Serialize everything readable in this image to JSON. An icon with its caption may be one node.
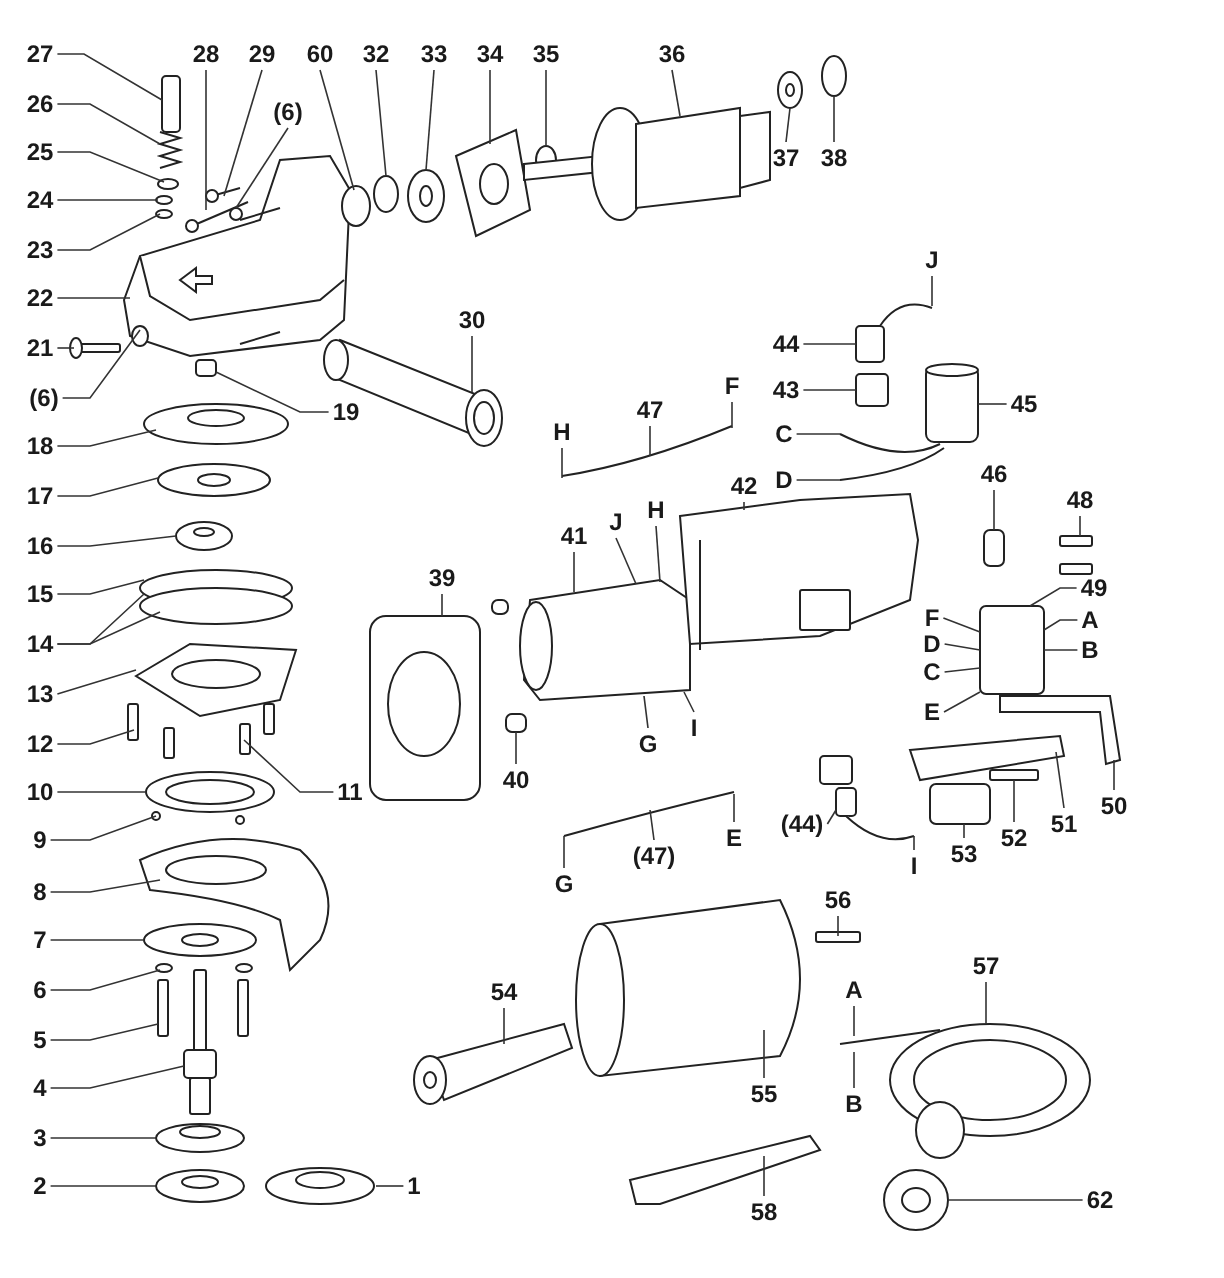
{
  "diagram": {
    "nodes": [
      {
        "text": [
          "27"
        ]
      },
      {
        "text": [
          "28"
        ]
      },
      {
        "text": [
          "29"
        ]
      },
      {
        "text": [
          "60"
        ]
      },
      {
        "text": [
          "32"
        ]
      },
      {
        "text": [
          "33"
        ]
      },
      {
        "text": [
          "34"
        ]
      },
      {
        "text": [
          "35"
        ]
      },
      {
        "text": [
          "36"
        ]
      },
      {
        "text": [
          "37"
        ]
      },
      {
        "text": [
          "38"
        ]
      },
      {
        "text": [
          "26"
        ]
      },
      {
        "text": [
          "25"
        ]
      },
      {
        "text": [
          "(6)"
        ]
      },
      {
        "text": [
          "24"
        ]
      },
      {
        "text": [
          "23"
        ]
      },
      {
        "text": [
          "J"
        ]
      },
      {
        "text": [
          "22"
        ]
      },
      {
        "text": [
          "30"
        ]
      },
      {
        "text": [
          "44"
        ]
      },
      {
        "text": [
          "21"
        ]
      },
      {
        "text": [
          "F"
        ]
      },
      {
        "text": [
          "43"
        ]
      },
      {
        "text": [
          "(6)"
        ]
      },
      {
        "text": [
          "45"
        ]
      },
      {
        "text": [
          "47"
        ]
      },
      {
        "text": [
          "19"
        ]
      },
      {
        "text": [
          "H"
        ]
      },
      {
        "text": [
          "C"
        ]
      },
      {
        "text": [
          "18"
        ]
      },
      {
        "text": [
          "46"
        ]
      },
      {
        "text": [
          "D"
        ]
      },
      {
        "text": [
          "42"
        ]
      },
      {
        "text": [
          "17"
        ]
      },
      {
        "text": [
          "48"
        ]
      },
      {
        "text": [
          "H"
        ]
      },
      {
        "text": [
          "J"
        ]
      },
      {
        "text": [
          "41"
        ]
      },
      {
        "text": [
          "16"
        ]
      },
      {
        "text": [
          "39"
        ]
      },
      {
        "text": [
          "49"
        ]
      },
      {
        "text": [
          "15"
        ]
      },
      {
        "text": [
          "F"
        ]
      },
      {
        "text": [
          "A"
        ]
      },
      {
        "text": [
          "D"
        ]
      },
      {
        "text": [
          "14"
        ]
      },
      {
        "text": [
          "B"
        ]
      },
      {
        "text": [
          "C"
        ]
      },
      {
        "text": [
          "13"
        ]
      },
      {
        "text": [
          "E"
        ]
      },
      {
        "text": [
          "I"
        ]
      },
      {
        "text": [
          "G"
        ]
      },
      {
        "text": [
          "12"
        ]
      },
      {
        "text": [
          "40"
        ]
      },
      {
        "text": [
          "11"
        ]
      },
      {
        "text": [
          "10"
        ]
      },
      {
        "text": [
          "50"
        ]
      },
      {
        "text": [
          "(44)"
        ]
      },
      {
        "text": [
          "51"
        ]
      },
      {
        "text": [
          "52"
        ]
      },
      {
        "text": [
          "E"
        ]
      },
      {
        "text": [
          "9"
        ]
      },
      {
        "text": [
          "53"
        ]
      },
      {
        "text": [
          "(47)"
        ]
      },
      {
        "text": [
          "I"
        ]
      },
      {
        "text": [
          "G"
        ]
      },
      {
        "text": [
          "8"
        ]
      },
      {
        "text": [
          "56"
        ]
      },
      {
        "text": [
          "7"
        ]
      },
      {
        "text": [
          "57"
        ]
      },
      {
        "text": [
          "6"
        ]
      },
      {
        "text": [
          "A"
        ]
      },
      {
        "text": [
          "54"
        ]
      },
      {
        "text": [
          "5"
        ]
      },
      {
        "text": [
          "4"
        ]
      },
      {
        "text": [
          "55"
        ]
      },
      {
        "text": [
          "B"
        ]
      },
      {
        "text": [
          "3"
        ]
      },
      {
        "text": [
          "2"
        ]
      },
      {
        "text": [
          "1"
        ]
      },
      {
        "text": [
          "58"
        ]
      },
      {
        "text": [
          "62"
        ]
      }
    ],
    "edges": [
      {
        "from": 0,
        "to": null,
        "arrow": "none"
      },
      {
        "from": 1,
        "to": null,
        "arrow": "none"
      },
      {
        "from": 2,
        "to": null,
        "arrow": "none"
      },
      {
        "from": 3,
        "to": null,
        "arrow": "none"
      },
      {
        "from": 4,
        "to": null,
        "arrow": "none"
      },
      {
        "from": 5,
        "to": null,
        "arrow": "none"
      },
      {
        "from": 6,
        "to": null,
        "arrow": "none"
      },
      {
        "from": 7,
        "to": null,
        "arrow": "none"
      },
      {
        "from": 8,
        "to": null,
        "arrow": "none"
      },
      {
        "from": 9,
        "to": null,
        "arrow": "none"
      },
      {
        "from": 10,
        "to": null,
        "arrow": "none"
      },
      {
        "from": 11,
        "to": null,
        "arrow": "none"
      },
      {
        "from": 12,
        "to": null,
        "arrow": "none"
      },
      {
        "from": 13,
        "to": null,
        "arrow": "none"
      },
      {
        "from": 14,
        "to": null,
        "arrow": "none"
      },
      {
        "from": 15,
        "to": null,
        "arrow": "none"
      },
      {
        "from": 16,
        "to": null,
        "arrow": "none"
      },
      {
        "from": 17,
        "to": null,
        "arrow": "none"
      },
      {
        "from": 18,
        "to": null,
        "arrow": "none"
      },
      {
        "from": 19,
        "to": null,
        "arrow": "none"
      },
      {
        "from": 20,
        "to": null,
        "arrow": "none"
      },
      {
        "from": 21,
        "to": null,
        "arrow": "none"
      },
      {
        "from": 22,
        "to": null,
        "arrow": "none"
      },
      {
        "from": 23,
        "to": null,
        "arrow": "none"
      },
      {
        "from": 24,
        "to": null,
        "arrow": "none"
      },
      {
        "from": 25,
        "to": null,
        "arrow": "none"
      },
      {
        "from": 26,
        "to": null,
        "arrow": "none"
      },
      {
        "from": 27,
        "to": null,
        "arrow": "none"
      },
      {
        "from": 28,
        "to": null,
        "arrow": "none"
      },
      {
        "from": 29,
        "to": null,
        "arrow": "none"
      },
      {
        "from": 30,
        "to": null,
        "arrow": "none"
      },
      {
        "from": 31,
        "to": null,
        "arrow": "none"
      },
      {
        "from": 32,
        "to": null,
        "arrow": "none"
      },
      {
        "from": 33,
        "to": null,
        "arrow": "none"
      },
      {
        "from": 34,
        "to": null,
        "arrow": "none"
      },
      {
        "from": 35,
        "to": null,
        "arrow": "none"
      },
      {
        "from": 36,
        "to": null,
        "arrow": "none"
      },
      {
        "from": 37,
        "to": null,
        "arrow": "none"
      },
      {
        "from": 38,
        "to": null,
        "arrow": "none"
      },
      {
        "from": 39,
        "to": null,
        "arrow": "none"
      },
      {
        "from": 40,
        "to": null,
        "arrow": "none"
      },
      {
        "from": 41,
        "to": null,
        "arrow": "none"
      },
      {
        "from": 42,
        "to": null,
        "arrow": "none"
      },
      {
        "from": 43,
        "to": null,
        "arrow": "none"
      },
      {
        "from": 44,
        "to": null,
        "arrow": "none"
      },
      {
        "from": 45,
        "to": null,
        "arrow": "none"
      },
      {
        "from": 45,
        "to": null,
        "arrow": "none"
      },
      {
        "from": 46,
        "to": null,
        "arrow": "none"
      },
      {
        "from": 47,
        "to": null,
        "arrow": "none"
      },
      {
        "from": 48,
        "to": null,
        "arrow": "none"
      },
      {
        "from": 49,
        "to": null,
        "arrow": "none"
      },
      {
        "from": 50,
        "to": null,
        "arrow": "none"
      },
      {
        "from": 51,
        "to": null,
        "arrow": "none"
      },
      {
        "from": 52,
        "to": null,
        "arrow": "none"
      },
      {
        "from": 53,
        "to": null,
        "arrow": "none"
      },
      {
        "from": 54,
        "to": null,
        "arrow": "none"
      },
      {
        "from": 55,
        "to": null,
        "arrow": "none"
      },
      {
        "from": 56,
        "to": null,
        "arrow": "none"
      },
      {
        "from": 57,
        "to": null,
        "arrow": "none"
      },
      {
        "from": 58,
        "to": null,
        "arrow": "none"
      },
      {
        "from": 59,
        "to": null,
        "arrow": "none"
      },
      {
        "from": 60,
        "to": null,
        "arrow": "none"
      },
      {
        "from": 61,
        "to": null,
        "arrow": "none"
      },
      {
        "from": 62,
        "to": null,
        "arrow": "none"
      },
      {
        "from": 63,
        "to": null,
        "arrow": "none"
      },
      {
        "from": 64,
        "to": null,
        "arrow": "none"
      },
      {
        "from": 65,
        "to": null,
        "arrow": "none"
      },
      {
        "from": 66,
        "to": null,
        "arrow": "none"
      },
      {
        "from": 67,
        "to": null,
        "arrow": "none"
      },
      {
        "from": 68,
        "to": null,
        "arrow": "none"
      },
      {
        "from": 69,
        "to": null,
        "arrow": "none"
      },
      {
        "from": 70,
        "to": null,
        "arrow": "none"
      },
      {
        "from": 71,
        "to": null,
        "arrow": "none"
      },
      {
        "from": 72,
        "to": null,
        "arrow": "none"
      },
      {
        "from": 73,
        "to": null,
        "arrow": "none"
      },
      {
        "from": 74,
        "to": null,
        "arrow": "none"
      },
      {
        "from": 75,
        "to": null,
        "arrow": "none"
      },
      {
        "from": 76,
        "to": null,
        "arrow": "none"
      },
      {
        "from": 77,
        "to": null,
        "arrow": "none"
      },
      {
        "from": 78,
        "to": null,
        "arrow": "none"
      },
      {
        "from": 79,
        "to": null,
        "arrow": "none"
      },
      {
        "from": 80,
        "to": null,
        "arrow": "none"
      },
      {
        "from": 81,
        "to": null,
        "arrow": "none"
      }
    ]
  }
}
